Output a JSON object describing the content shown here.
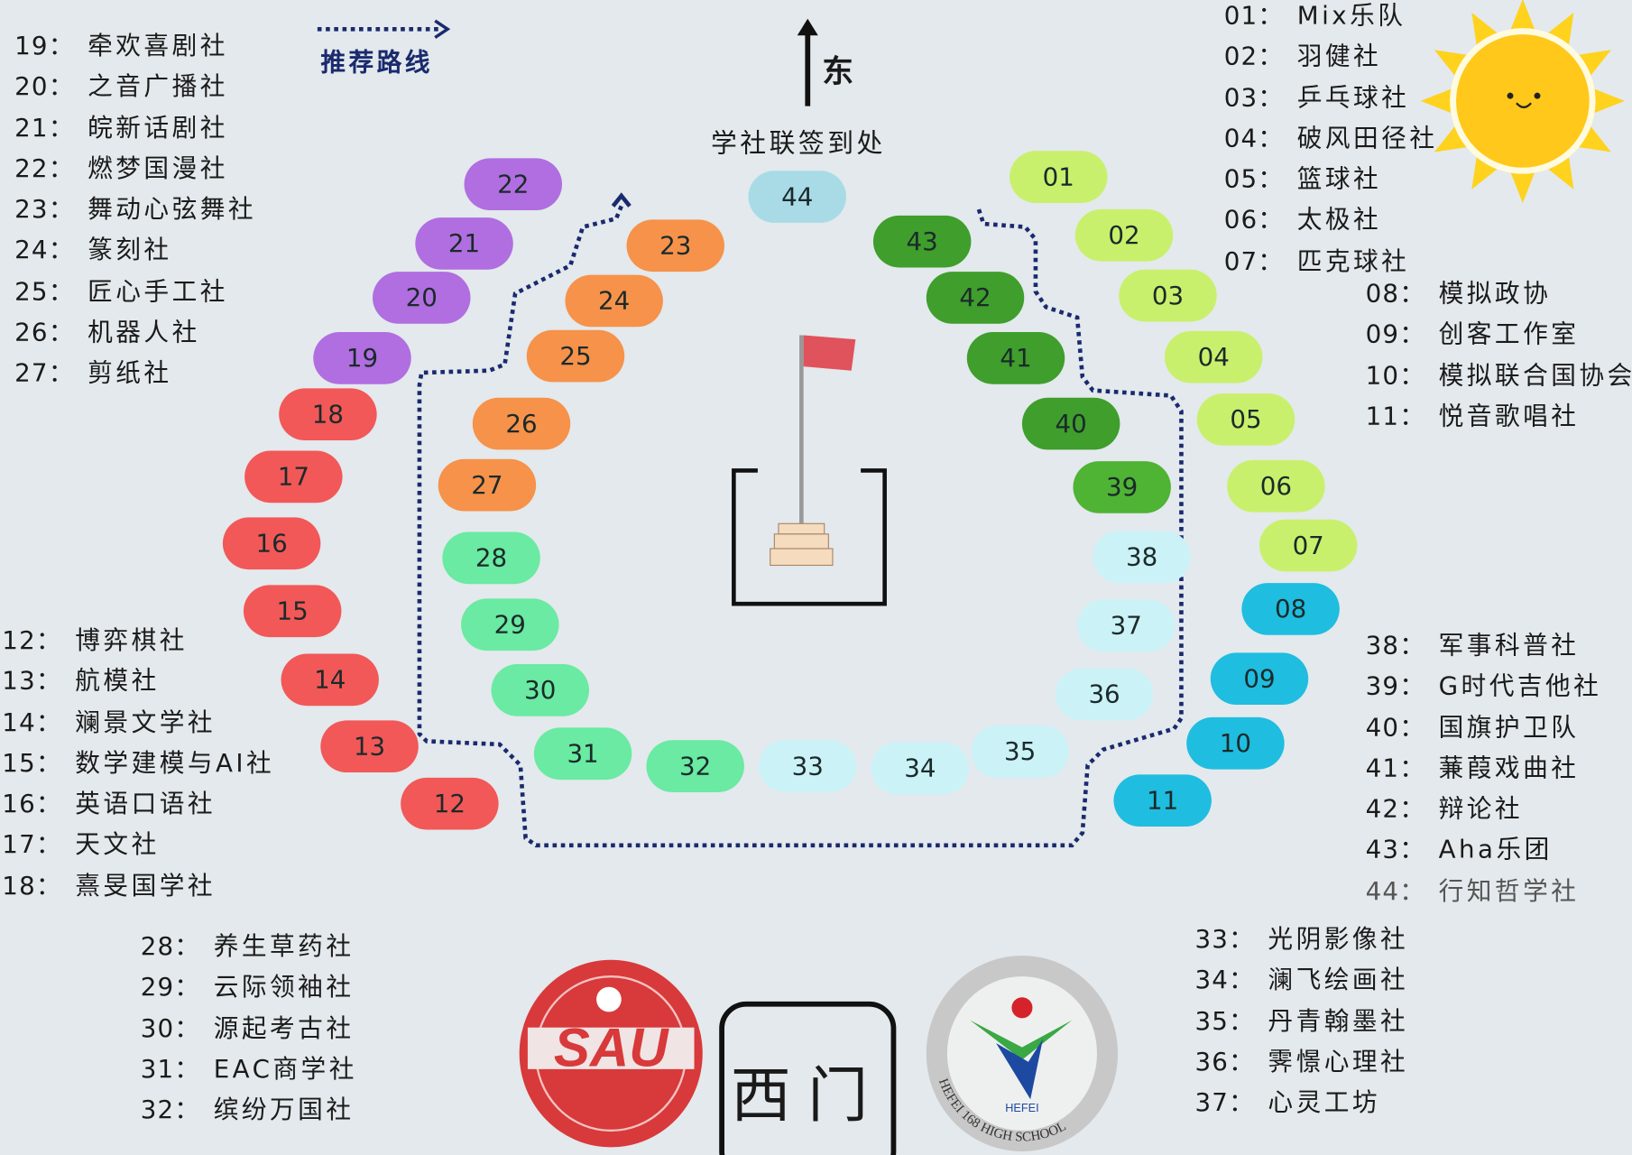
{
  "header": {
    "north_label": "东",
    "checkin_label": "学社联签到处",
    "route_label": "推荐路线",
    "gate_label": "西门"
  },
  "logos": {
    "left": "SAU",
    "right_center": "HEFEI",
    "right_ring": "HEFEI 168 HIGH SCHOOL"
  },
  "colors": {
    "lime": "#c9f06c",
    "cyan": "#1fbde0",
    "red": "#f25858",
    "purple": "#b06ee0",
    "orange": "#f6924a",
    "mint": "#6aeaa2",
    "pale_cyan": "#cbf2f7",
    "green": "#3f9e2c",
    "green_light": "#4fb334",
    "sky": "#a9dbe7",
    "route": "#1a2a6e",
    "sun": "#ffd21e",
    "flag": "#e0525c"
  },
  "booths": [
    "01",
    "02",
    "03",
    "04",
    "05",
    "06",
    "07",
    "08",
    "09",
    "10",
    "11",
    "12",
    "13",
    "14",
    "15",
    "16",
    "17",
    "18",
    "19",
    "20",
    "21",
    "22",
    "23",
    "24",
    "25",
    "26",
    "27",
    "28",
    "29",
    "30",
    "31",
    "32",
    "33",
    "34",
    "35",
    "36",
    "37",
    "38",
    "39",
    "40",
    "41",
    "42",
    "43",
    "44"
  ],
  "legend_groups": [
    [
      {
        "num": "19",
        "name": "牵欢喜剧社"
      },
      {
        "num": "20",
        "name": "之音广播社"
      },
      {
        "num": "21",
        "name": "皖新话剧社"
      },
      {
        "num": "22",
        "name": "燃梦国漫社"
      },
      {
        "num": "23",
        "name": "舞动心弦舞社"
      },
      {
        "num": "24",
        "name": "篆刻社"
      },
      {
        "num": "25",
        "name": "匠心手工社"
      },
      {
        "num": "26",
        "name": "机器人社"
      },
      {
        "num": "27",
        "name": "剪纸社"
      }
    ],
    [
      {
        "num": "12",
        "name": "博弈棋社"
      },
      {
        "num": "13",
        "name": "航模社"
      },
      {
        "num": "14",
        "name": "斓景文学社"
      },
      {
        "num": "15",
        "name": "数学建模与AI社"
      },
      {
        "num": "16",
        "name": "英语口语社"
      },
      {
        "num": "17",
        "name": "天文社"
      },
      {
        "num": "18",
        "name": "熹旻国学社"
      }
    ],
    [
      {
        "num": "28",
        "name": "养生草药社"
      },
      {
        "num": "29",
        "name": "云际领袖社"
      },
      {
        "num": "30",
        "name": "源起考古社"
      },
      {
        "num": "31",
        "name": "EAC商学社"
      },
      {
        "num": "32",
        "name": "缤纷万国社"
      }
    ],
    [
      {
        "num": "01",
        "name": "Mix乐队"
      },
      {
        "num": "02",
        "name": "羽健社"
      },
      {
        "num": "03",
        "name": "乒乓球社"
      },
      {
        "num": "04",
        "name": "破风田径社"
      },
      {
        "num": "05",
        "name": "篮球社"
      },
      {
        "num": "06",
        "name": "太极社"
      },
      {
        "num": "07",
        "name": "匹克球社"
      }
    ],
    [
      {
        "num": "08",
        "name": "模拟政协"
      },
      {
        "num": "09",
        "name": "创客工作室"
      },
      {
        "num": "10",
        "name": "模拟联合国协会"
      },
      {
        "num": "11",
        "name": "悦音歌唱社"
      }
    ],
    [
      {
        "num": "38",
        "name": "军事科普社"
      },
      {
        "num": "39",
        "name": "G时代吉他社"
      },
      {
        "num": "40",
        "name": "国旗护卫队"
      },
      {
        "num": "41",
        "name": "蒹葭戏曲社"
      },
      {
        "num": "42",
        "name": "辩论社"
      },
      {
        "num": "43",
        "name": "Aha乐团"
      },
      {
        "num": "44",
        "name": "行知哲学社"
      }
    ],
    [
      {
        "num": "33",
        "name": "光阴影像社"
      },
      {
        "num": "34",
        "name": "澜飞绘画社"
      },
      {
        "num": "35",
        "name": "丹青翰墨社"
      },
      {
        "num": "36",
        "name": "霁憬心理社"
      },
      {
        "num": "37",
        "name": "心灵工坊"
      }
    ]
  ]
}
